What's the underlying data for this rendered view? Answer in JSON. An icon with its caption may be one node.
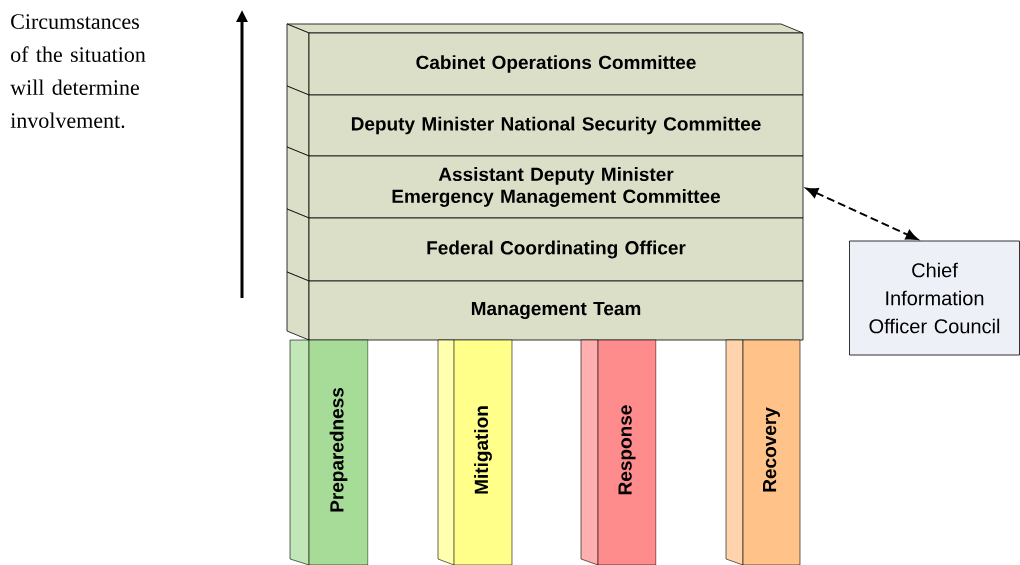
{
  "diagram": {
    "nodes": [
      {
        "text": [
          "Cabinet Operations Committee"
        ]
      },
      {
        "text": [
          "Deputy Minister National Security Committee"
        ]
      },
      {
        "text": [
          "Assistant Deputy Minister Emergency Management Committee"
        ]
      },
      {
        "text": [
          "Federal Coordinating Officer"
        ]
      },
      {
        "text": [
          "Management Team"
        ]
      },
      {
        "text": [
          "Preparedness"
        ]
      },
      {
        "text": [
          "Mitigation"
        ]
      },
      {
        "text": [
          "Response"
        ]
      },
      {
        "text": [
          "Recovery"
        ]
      },
      {
        "text": [
          "Chief Information Officer Council"
        ]
      }
    ],
    "edges": [
      {
        "from": 2,
        "to": 9,
        "arrow": "both",
        "style": "dashed"
      }
    ],
    "labels": [
      "Circumstances of the situation will determine involvement."
    ]
  }
}
